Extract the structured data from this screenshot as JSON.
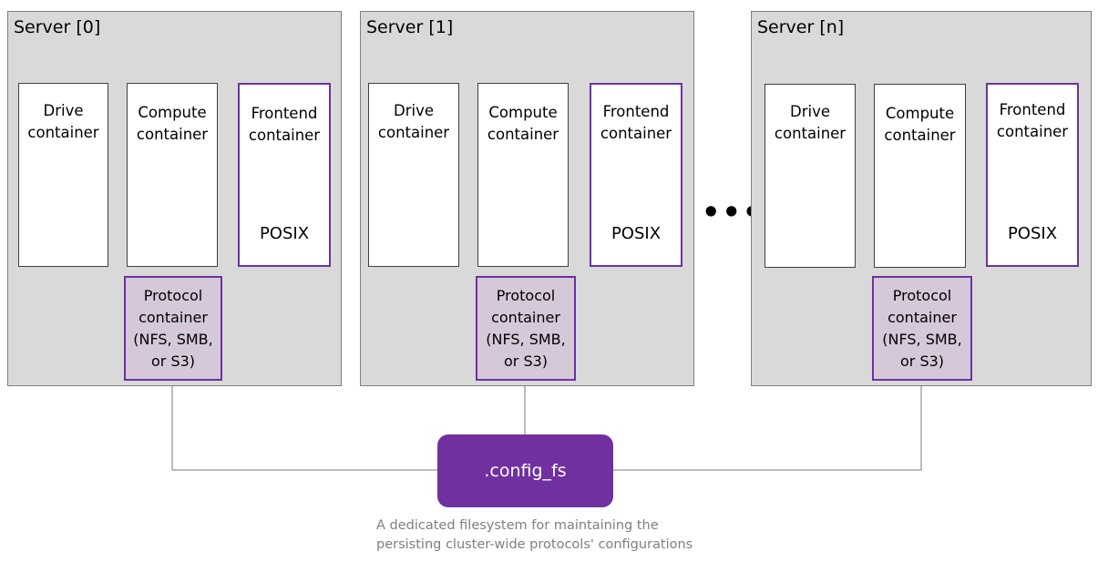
{
  "servers": [
    {
      "title": "Server [0]",
      "drive": "Drive\ncontainer",
      "compute": "Compute\ncontainer",
      "frontend": "Frontend\ncontainer",
      "posix": "POSIX",
      "protocol": "Protocol\ncontainer\n(NFS, SMB,\nor S3)"
    },
    {
      "title": "Server [1]",
      "drive": "Drive\ncontainer",
      "compute": "Compute\ncontainer",
      "frontend": "Frontend\ncontainer",
      "posix": "POSIX",
      "protocol": "Protocol\ncontainer\n(NFS, SMB,\nor S3)"
    },
    {
      "title": "Server [n]",
      "drive": "Drive\ncontainer",
      "compute": "Compute\ncontainer",
      "frontend": "Frontend\ncontainer",
      "posix": "POSIX",
      "protocol": "Protocol\ncontainer\n(NFS, SMB,\nor S3)"
    }
  ],
  "ellipsis": "•••",
  "config_fs": {
    "label": ".config_fs",
    "caption": "A dedicated filesystem for maintaining the\npersisting cluster-wide protocols' configurations"
  },
  "colors": {
    "server_bg": "#d9d9d9",
    "accent_purple": "#7030a0",
    "protocol_bg": "#d5c8d9",
    "connector": "#a6a6a6",
    "caption": "#7f7f7f"
  }
}
